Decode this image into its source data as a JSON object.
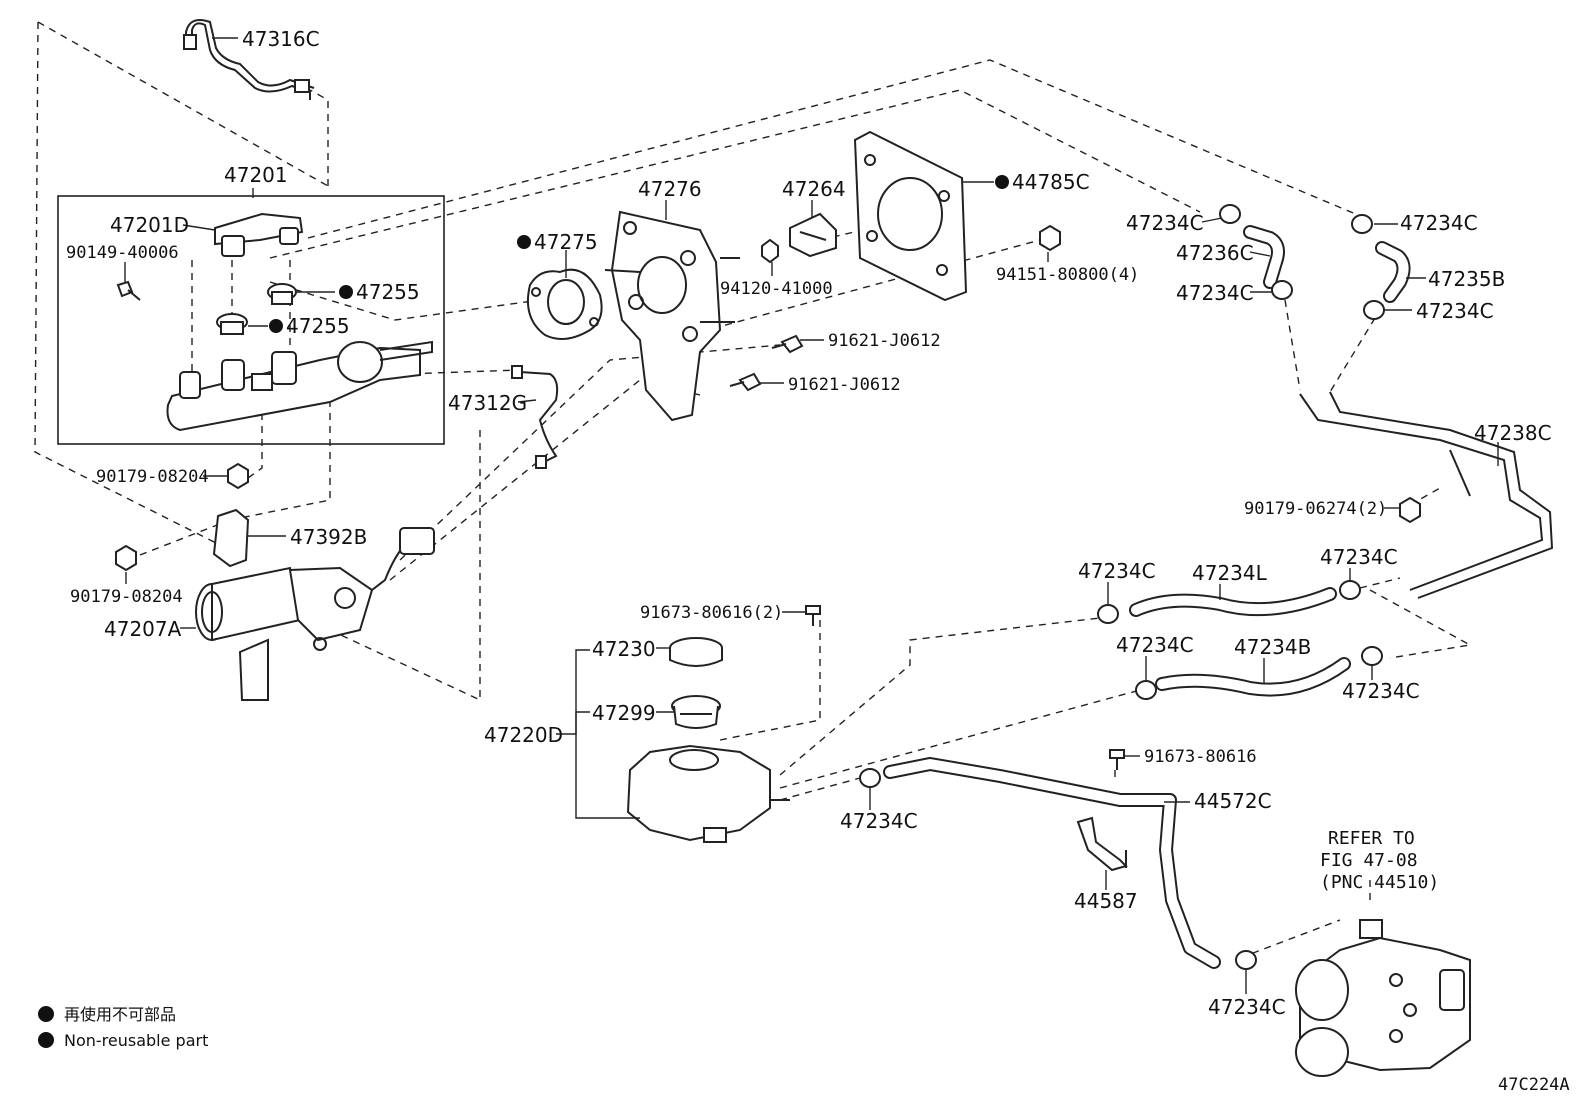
{
  "diagram_code": "47C224A",
  "legend": {
    "items": [
      {
        "text": "再使用不可部品"
      },
      {
        "text": "Non-reusable part"
      }
    ]
  },
  "refer_note": {
    "line1": "REFER TO",
    "line2": "FIG 47-08",
    "line3": "(PNC 44510)"
  },
  "parts": [
    {
      "id": "47316C",
      "label": "47316C",
      "non_reusable": false
    },
    {
      "id": "47201",
      "label": "47201",
      "non_reusable": false
    },
    {
      "id": "47201D",
      "label": "47201D",
      "non_reusable": false
    },
    {
      "id": "90149-40006",
      "label": "90149-40006",
      "non_reusable": false
    },
    {
      "id": "47255a",
      "label": "47255",
      "non_reusable": true
    },
    {
      "id": "47255b",
      "label": "47255",
      "non_reusable": true
    },
    {
      "id": "47275",
      "label": "47275",
      "non_reusable": true
    },
    {
      "id": "47276",
      "label": "47276",
      "non_reusable": false
    },
    {
      "id": "47264",
      "label": "47264",
      "non_reusable": false
    },
    {
      "id": "44785C",
      "label": "44785C",
      "non_reusable": true
    },
    {
      "id": "94120-41000",
      "label": "94120-41000",
      "non_reusable": false
    },
    {
      "id": "94151-80800",
      "label": "94151-80800(4)",
      "non_reusable": false
    },
    {
      "id": "91621-J0612a",
      "label": "91621-J0612",
      "non_reusable": false
    },
    {
      "id": "91621-J0612b",
      "label": "91621-J0612",
      "non_reusable": false
    },
    {
      "id": "47312G",
      "label": "47312G",
      "non_reusable": false
    },
    {
      "id": "90179-08204a",
      "label": "90179-08204",
      "non_reusable": false
    },
    {
      "id": "47392B",
      "label": "47392B",
      "non_reusable": false
    },
    {
      "id": "90179-08204b",
      "label": "90179-08204",
      "non_reusable": false
    },
    {
      "id": "47207A",
      "label": "47207A",
      "non_reusable": false
    },
    {
      "id": "91673-80616-2",
      "label": "91673-80616(2)",
      "non_reusable": false
    },
    {
      "id": "47230",
      "label": "47230",
      "non_reusable": false
    },
    {
      "id": "47299",
      "label": "47299",
      "non_reusable": false
    },
    {
      "id": "47220D",
      "label": "47220D",
      "non_reusable": false
    },
    {
      "id": "47234C-1",
      "label": "47234C",
      "non_reusable": false
    },
    {
      "id": "47236C",
      "label": "47236C",
      "non_reusable": false
    },
    {
      "id": "47234C-2",
      "label": "47234C",
      "non_reusable": false
    },
    {
      "id": "47234C-3",
      "label": "47234C",
      "non_reusable": false
    },
    {
      "id": "47235B",
      "label": "47235B",
      "non_reusable": false
    },
    {
      "id": "47234C-4",
      "label": "47234C",
      "non_reusable": false
    },
    {
      "id": "47238C",
      "label": "47238C",
      "non_reusable": false
    },
    {
      "id": "90179-06274",
      "label": "90179-06274(2)",
      "non_reusable": false
    },
    {
      "id": "47234C-5",
      "label": "47234C",
      "non_reusable": false
    },
    {
      "id": "47234L",
      "label": "47234L",
      "non_reusable": false
    },
    {
      "id": "47234C-6",
      "label": "47234C",
      "non_reusable": false
    },
    {
      "id": "47234C-7",
      "label": "47234C",
      "non_reusable": false
    },
    {
      "id": "47234B",
      "label": "47234B",
      "non_reusable": false
    },
    {
      "id": "47234C-8",
      "label": "47234C",
      "non_reusable": false
    },
    {
      "id": "91673-80616",
      "label": "91673-80616",
      "non_reusable": false
    },
    {
      "id": "44572C",
      "label": "44572C",
      "non_reusable": false
    },
    {
      "id": "47234C-9",
      "label": "47234C",
      "non_reusable": false
    },
    {
      "id": "44587",
      "label": "44587",
      "non_reusable": false
    },
    {
      "id": "47234C-10",
      "label": "47234C",
      "non_reusable": false
    }
  ]
}
